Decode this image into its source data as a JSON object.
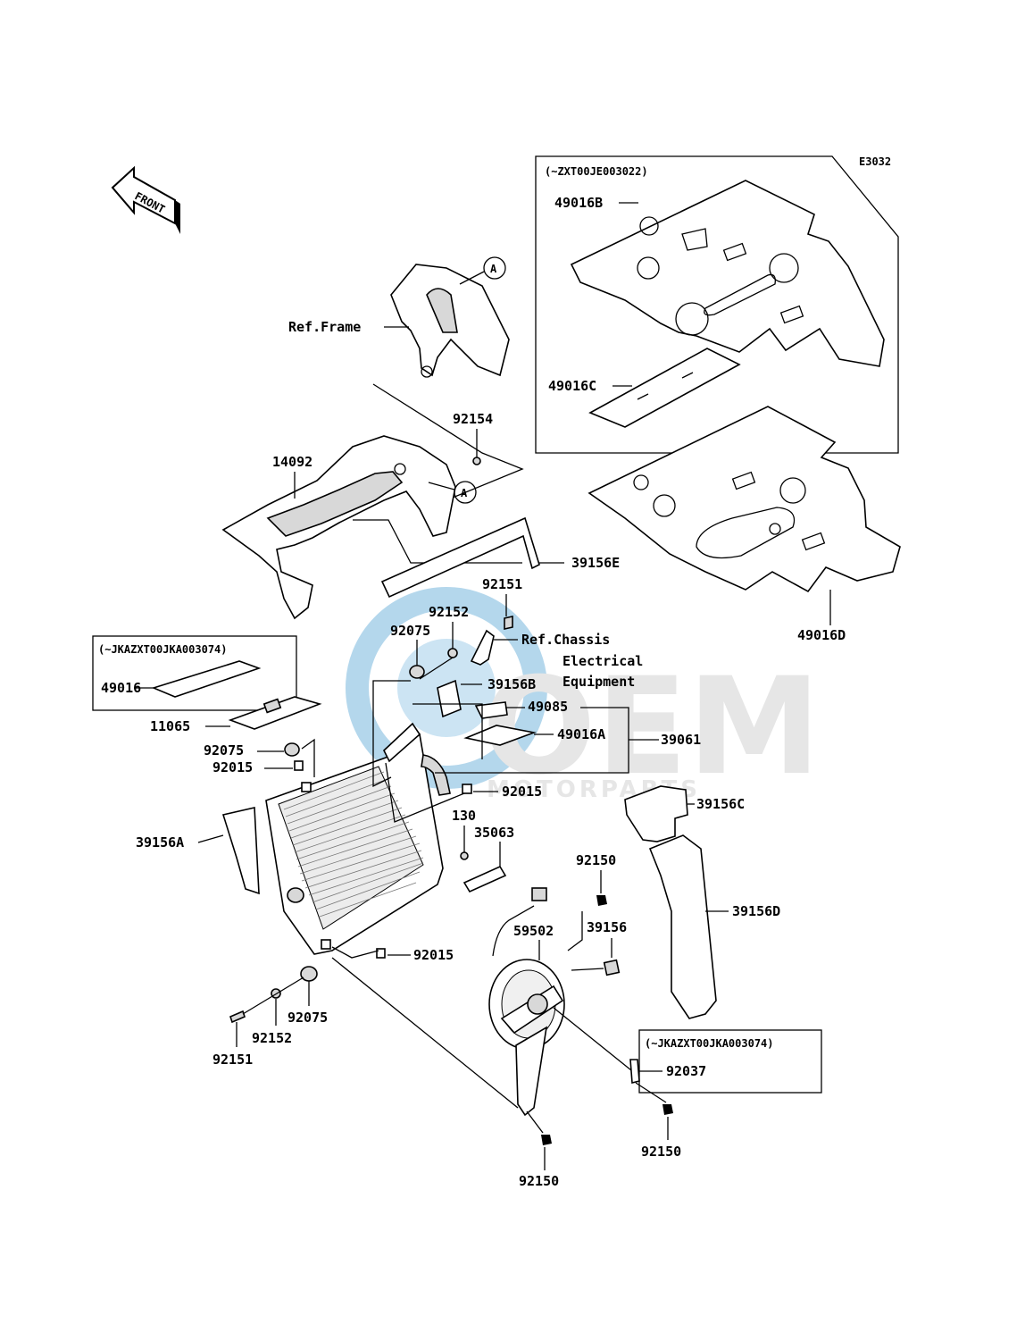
{
  "diagram_code": "E3032",
  "front_arrow": {
    "text": "FRONT"
  },
  "watermark": {
    "brand": "OEM",
    "sub": "MOTORPARTS",
    "color": "#5aa8d6"
  },
  "callout_marker": "A",
  "boxes": {
    "upper_right": {
      "label": "(~ZXT00JE003022)"
    },
    "left": {
      "label": "(~JKAZXT00JKA003074)"
    },
    "lower_right": {
      "label": "(~JKAZXT00JKA003074)"
    }
  },
  "labels": {
    "ref_frame": "Ref.Frame",
    "ref_chassis_1": "Ref.Chassis",
    "ref_chassis_2": "Electrical",
    "ref_chassis_3": "Equipment",
    "p49016B": "49016B",
    "p49016C": "49016C",
    "p49016D": "49016D",
    "p92154": "92154",
    "p14092": "14092",
    "p39156E": "39156E",
    "p92151_top": "92151",
    "p92152_top": "92152",
    "p92075_top": "92075",
    "p49016": "49016",
    "p11065": "11065",
    "p92075_mid": "92075",
    "p92015_mid": "92015",
    "p39156B": "39156B",
    "p49085": "49085",
    "p49016A": "49016A",
    "p39061": "39061",
    "p92015_center": "92015",
    "p39156C": "39156C",
    "p130": "130",
    "p35063": "35063",
    "p39156A": "39156A",
    "p92150_fan": "92150",
    "p39156D": "39156D",
    "p59502": "59502",
    "p39156": "39156",
    "p92015_low": "92015",
    "p92075_low": "92075",
    "p92152_low": "92152",
    "p92151_low": "92151",
    "p92037": "92037",
    "p92150_right": "92150",
    "p92150_bottom": "92150"
  }
}
